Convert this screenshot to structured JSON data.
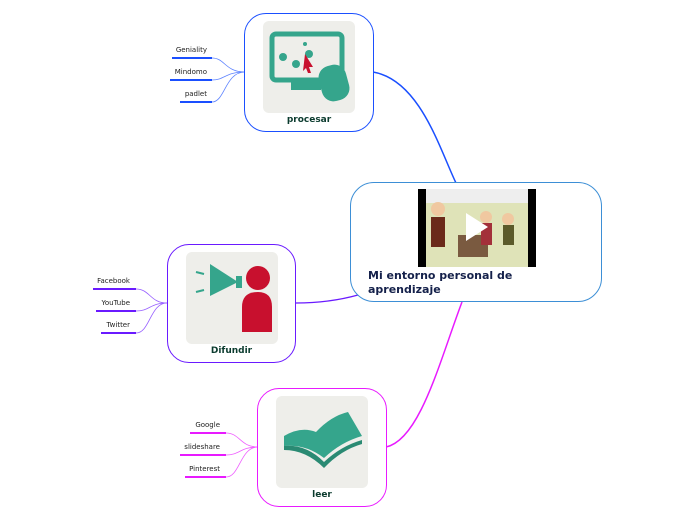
{
  "central": {
    "title": "Mi entorno personal de aprendizaje",
    "media": "video-thumbnail"
  },
  "branches": [
    {
      "label": "procesar",
      "color": "#1a4fff",
      "leaves": [
        "Geniality",
        "Mindomo",
        "padlet"
      ]
    },
    {
      "label": "Difundir",
      "color": "#6a1aff",
      "leaves": [
        "Facebook",
        "YouTube",
        "Twitter"
      ]
    },
    {
      "label": "leer",
      "color": "#e81aff",
      "leaves": [
        "Google",
        "slideshare",
        "Pinterest"
      ]
    }
  ]
}
